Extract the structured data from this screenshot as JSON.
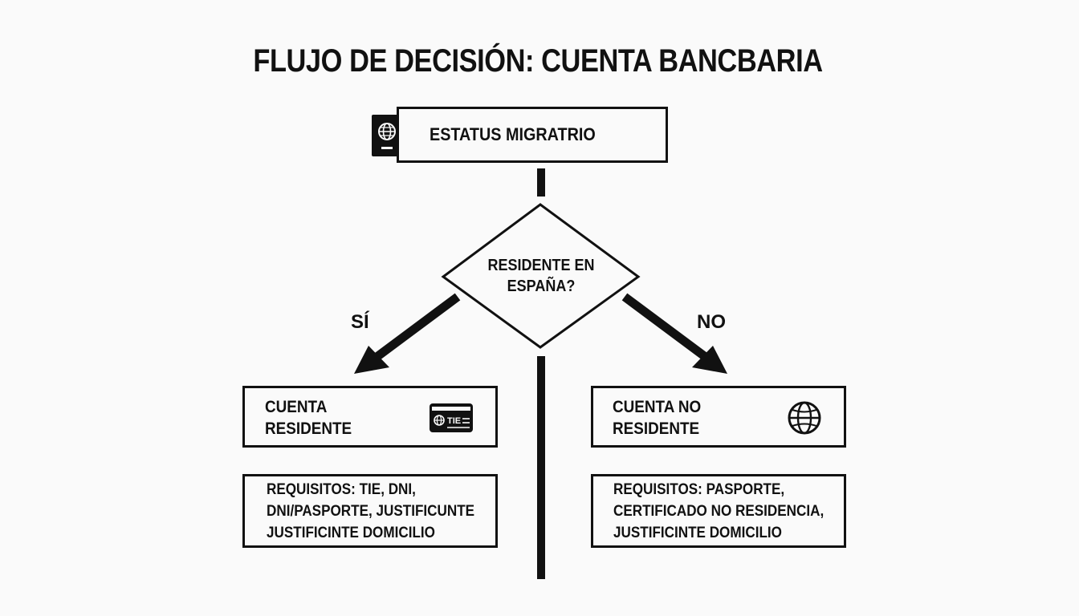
{
  "title": "FLUJO DE DECISIÓN: CUENTA BANCBARIA",
  "start": {
    "label": "ESTATUS MIGRATRIO",
    "icon": "passport-icon"
  },
  "decision": {
    "lines": [
      "RESIDENTE EN",
      "ESPAÑA?"
    ]
  },
  "branches": {
    "yes": {
      "label": "SÍ",
      "title_lines": [
        "CUENTA",
        "RESIDENTE"
      ],
      "icon": "tie-card-icon",
      "icon_text": "TIE",
      "requirements": [
        "REQUISITOS: TIE, DNI,",
        "DNI/PASPORTE, JUSTIFICUNTE",
        "JUSTIFICINTE DOMICILIO"
      ]
    },
    "no": {
      "label": "NO",
      "title_lines": [
        "CUENTA NO",
        "RESIDENTE"
      ],
      "icon": "globe-icon",
      "requirements": [
        "REQUISITOS: PASPORTE,",
        "CERTIFICADO NO RESIDENCIA,",
        "JUSTIFICINTE DOMICILIO"
      ]
    }
  },
  "colors": {
    "ink": "#111111",
    "background": "#fafafa"
  }
}
